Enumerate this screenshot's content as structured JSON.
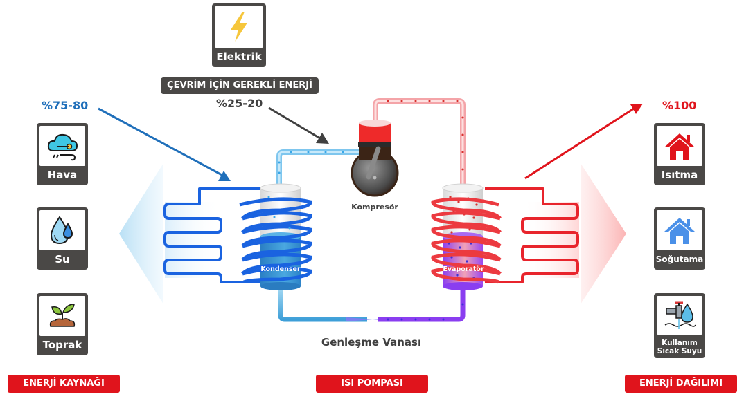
{
  "energy_required": {
    "tile_label": "Elektrik",
    "tile_icon": "lightning-icon",
    "badge": "ÇEVRİM İÇİN GEREKLİ ENERJİ",
    "percent": "%25-20"
  },
  "source": {
    "percent": "%75-80",
    "percent_color": "#1f6fba",
    "items": [
      {
        "label": "Hava",
        "icon": "cloud-wind-icon"
      },
      {
        "label": "Su",
        "icon": "water-drop-icon"
      },
      {
        "label": "Toprak",
        "icon": "plant-soil-icon"
      }
    ],
    "footer": "ENERJİ KAYNAĞI"
  },
  "distribution": {
    "percent": "%100",
    "percent_color": "#e0141c",
    "items": [
      {
        "label": "Isıtma",
        "icon": "house-red-icon"
      },
      {
        "label": "Soğutama",
        "icon": "house-blue-icon"
      },
      {
        "label": "Kullanım Sıcak Suyu",
        "line1": "Kullanım",
        "line2": "Sıcak Suyu",
        "icon": "faucet-water-icon"
      }
    ],
    "footer": "ENERJİ DAĞILIMI"
  },
  "heat_pump": {
    "compressor": "Kompresör",
    "condenser": "Kondenser",
    "evaporator": "Evaporatör",
    "expansion_valve": "Genleşme Vanası",
    "footer": "ISI POMPASI"
  },
  "colors": {
    "accent_red": "#e0141c",
    "accent_blue": "#1f6fba",
    "tile_dark": "#4a4846",
    "coil_blue": "#1a63e0",
    "coil_red": "#e8242c",
    "refrigerant_purple": "#8a3ef0"
  }
}
